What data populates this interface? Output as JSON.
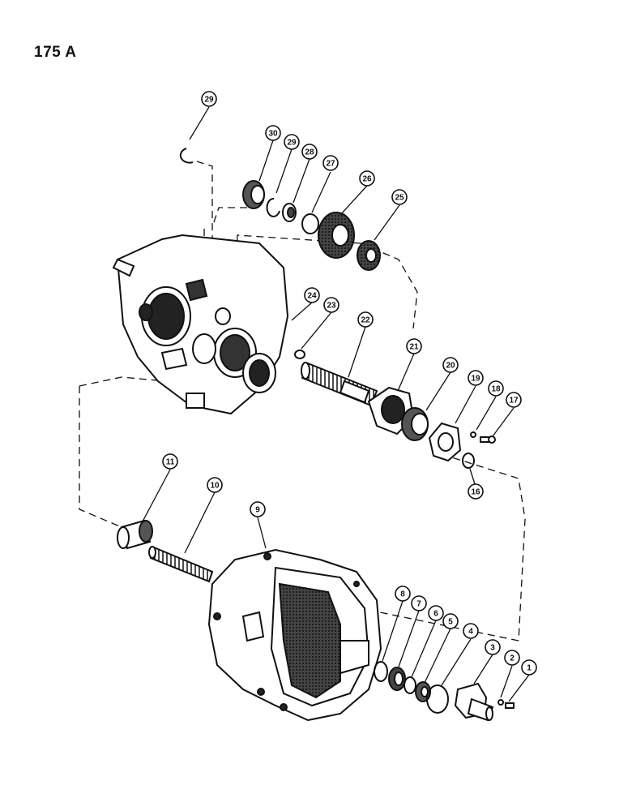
{
  "page": {
    "number": "175 A"
  },
  "callouts": [
    "29",
    "30",
    "29",
    "28",
    "27",
    "26",
    "25",
    "24",
    "23",
    "22",
    "21",
    "20",
    "19",
    "18",
    "17",
    "16",
    "11",
    "10",
    "9",
    "8",
    "7",
    "6",
    "5",
    "4",
    "3",
    "2",
    "1"
  ]
}
